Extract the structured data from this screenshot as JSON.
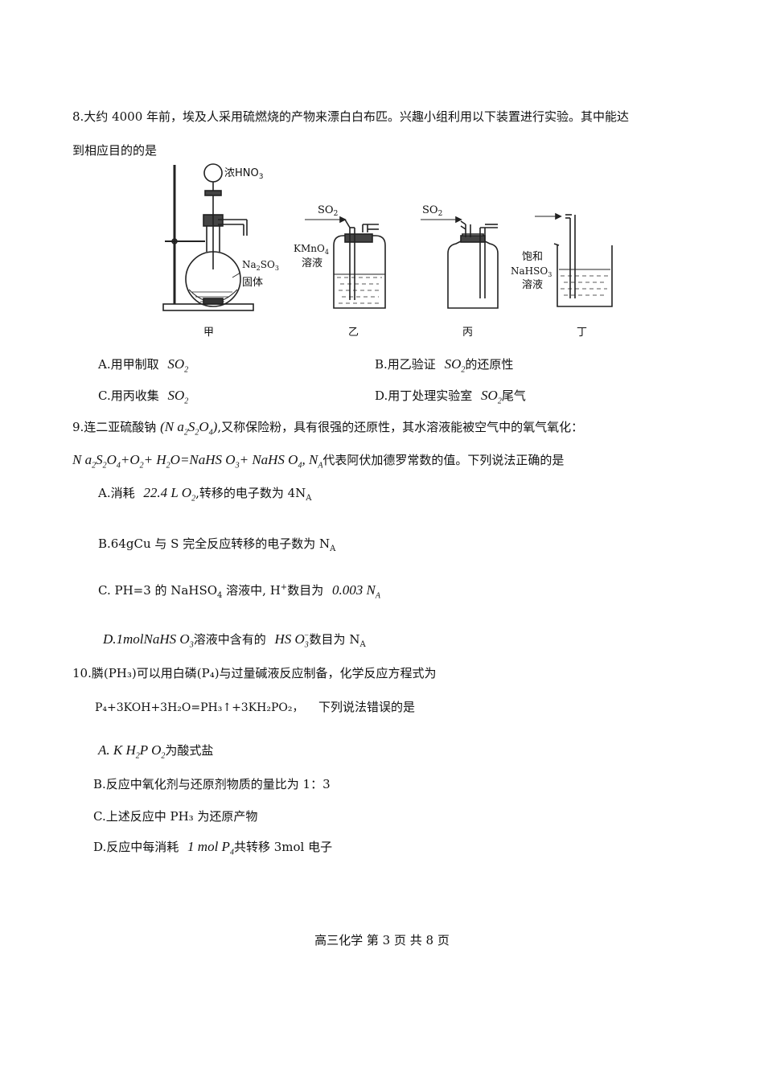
{
  "q8": {
    "line1": "8.大约 4000 年前，埃及人采用硫燃烧的产物来漂白白布匹。兴趣小组利用以下装置进行实验。其中能达",
    "line2": "到相应目的的是",
    "figure": {
      "jia_reagent_top": "浓HNO",
      "jia_reagent_top_sub": "3",
      "jia_solid_1": "Na",
      "jia_solid_1_sub": "2",
      "jia_solid_1b": "SO",
      "jia_solid_1b_sub": "3",
      "jia_solid_2": "固体",
      "yi_gas": "SO",
      "yi_gas_sub": "2",
      "yi_reagent_1": "KMnO",
      "yi_reagent_1_sub": "4",
      "yi_reagent_2": "溶液",
      "bing_gas": "SO",
      "bing_gas_sub": "2",
      "ding_reagent_1": "饱和",
      "ding_reagent_2": "NaHSO",
      "ding_reagent_2_sub": "3",
      "ding_reagent_3": "溶液",
      "label_jia": "甲",
      "label_yi": "乙",
      "label_bing": "丙",
      "label_ding": "丁"
    },
    "optA": "A.用甲制取",
    "optB": "B.用乙验证",
    "optB_tail": "的还原性",
    "optC": "C.用丙收集",
    "optD": "D.用丁处理实验室",
    "optD_tail": "尾气",
    "so": "SO",
    "two": "2"
  },
  "q9": {
    "line1_a": "9.连二亚硫酸钠",
    "line1_b": ",又称保险粉，具有很强的还原性，其水溶液能被空气中的氧气氧化：",
    "eq_tail": "代表阿伏加德罗常数的值。下列说法正确的是",
    "optA_a": "A.消耗",
    "optA_num": "22.4",
    "optA_b": ",转移的电子数为 4N",
    "optA_sub": "A",
    "optB": "B.64gCu 与 S 完全反应转移的电子数为 N",
    "optB_sub": "A",
    "optC_a": "C. PH=3 的  NaHSO",
    "optC_sub": "4",
    "optC_b": " 溶液中, H",
    "optC_sup": "+",
    "optC_c": "数目为",
    "optC_num": "0.003",
    "optD_a": ".1",
    "optD_b": "溶液中含有的",
    "optD_c": "数目为 N",
    "optD_sub": "A"
  },
  "q10": {
    "line1": "10.膦(PH₃)可以用白磷(P₄)与过量碱液反应制备，化学反应方程式为",
    "equation": "P₄+3KOH+3H₂O=PH₃↑+3KH₂PO₂，",
    "equation_tail": "下列说法错误的是",
    "optA_tail": "为酸式盐",
    "optB": "B.反应中氧化剂与还原剂物质的量比为 1：3",
    "optC": "C.上述反应中  PH₃ 为还原产物",
    "optD_a": "D.反应中每消耗",
    "optD_b": "共转移 3mol 电子"
  },
  "footer": "高三化学  第  3  页  共  8  页"
}
